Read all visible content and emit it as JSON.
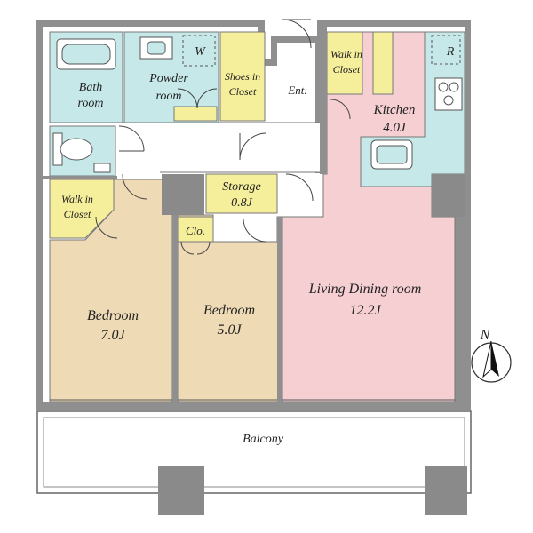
{
  "colors": {
    "wall": "#8f8f8f",
    "wet_area": "#c6e8e8",
    "closet": "#f5ee9b",
    "bedroom": "#eedbb5",
    "living": "#f6cfd3",
    "hall": "#ffffff",
    "balcony": "#ffffff"
  },
  "rooms": {
    "bath": {
      "line1": "Bath",
      "line2": "room"
    },
    "powder": {
      "line1": "Powder",
      "line2": "room"
    },
    "washer": {
      "label": "W"
    },
    "shoes": {
      "line1": "Shoes in",
      "line2": "Closet"
    },
    "entrance": {
      "label": "Ent."
    },
    "walk_in_kitchen": {
      "line1": "Walk in",
      "line2": "Closet"
    },
    "refrigerator": {
      "label": "R"
    },
    "kitchen": {
      "line1": "Kitchen",
      "line2": "4.0J"
    },
    "walk_in_bed": {
      "line1": "Walk in",
      "line2": "Closet"
    },
    "storage": {
      "line1": "Storage",
      "line2": "0.8J"
    },
    "clo": {
      "label": "Clo."
    },
    "bedroom1": {
      "line1": "Bedroom",
      "line2": "7.0J"
    },
    "bedroom2": {
      "line1": "Bedroom",
      "line2": "5.0J"
    },
    "living": {
      "line1": "Living Dining room",
      "line2": "12.2J"
    },
    "balcony": {
      "label": "Balcony"
    }
  },
  "compass": {
    "label": "N"
  },
  "icons": [
    "bathtub-icon",
    "sink-icon",
    "toilet-icon",
    "stove-icon",
    "kitchen-sink-icon",
    "north-arrow-icon"
  ]
}
